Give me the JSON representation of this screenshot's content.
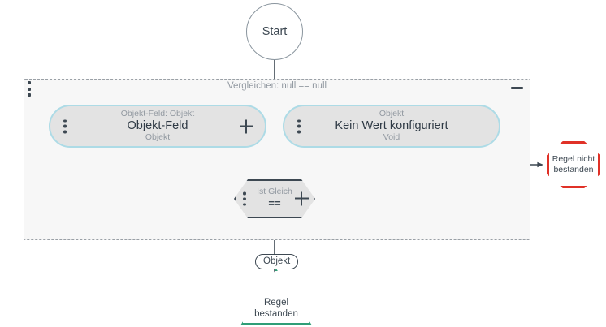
{
  "diagram": {
    "start": {
      "label": "Start"
    },
    "group": {
      "title": "Vergleichen: null == null",
      "handle_icon": "drag-dots-icon",
      "collapse_icon": "minus-icon"
    },
    "nodes": {
      "left": {
        "top_label": "Objekt-Feld: Objekt",
        "main_label": "Objekt-Feld",
        "bottom_label": "Objekt",
        "handle_icon": "drag-dots-icon",
        "add_icon": "plus-icon"
      },
      "right": {
        "top_label": "Objekt",
        "main_label": "Kein Wert konfiguriert",
        "bottom_label": "Void",
        "handle_icon": "drag-dots-icon",
        "add_icon": "plus-icon"
      },
      "operator": {
        "top_label": "Ist Gleich",
        "main_label": "==",
        "handle_icon": "drag-dots-icon",
        "add_icon": "plus-icon"
      }
    },
    "output_type_pill": {
      "label": "Objekt"
    },
    "terminals": {
      "fail": {
        "line1": "Regel nicht",
        "line2": "bestanden"
      },
      "pass": {
        "line1": "Regel",
        "line2": "bestanden"
      }
    },
    "colors": {
      "edge": "#3d4852",
      "node_border": "#addbe6",
      "node_fill": "#e3e3e3",
      "group_fill": "#f7f7f7",
      "group_border": "#9aa0a6",
      "fail": "#e03127",
      "pass": "#2f9e77",
      "muted_text": "#9299a1",
      "start_border": "#8a959e"
    }
  }
}
